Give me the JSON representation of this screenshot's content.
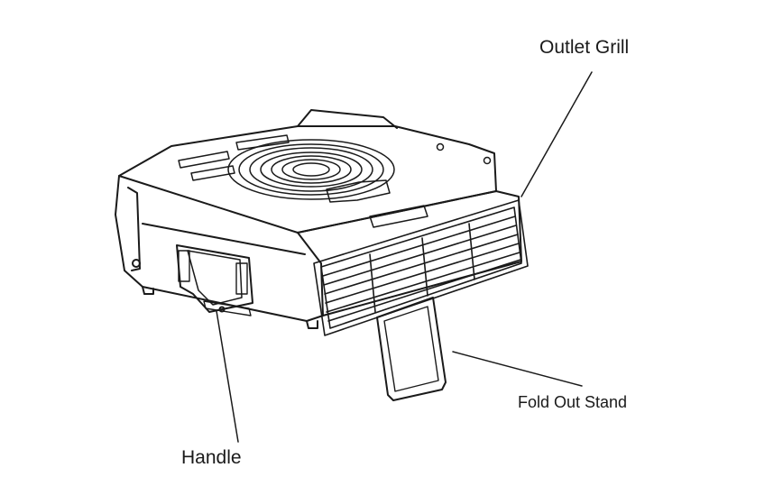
{
  "labels": {
    "outlet_grill": "Outlet Grill",
    "fold_out_stand": "Fold Out Stand",
    "handle": "Handle"
  },
  "colors": {
    "line": "#1a1a1a",
    "background": "#ffffff"
  }
}
